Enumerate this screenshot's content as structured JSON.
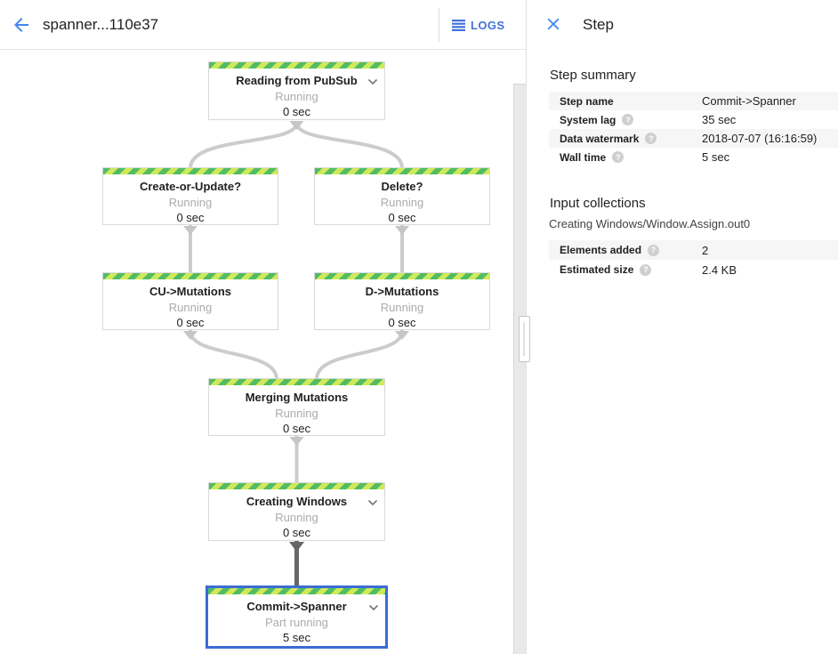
{
  "colors": {
    "accent_blue": "#4285f4",
    "logs_blue": "#4272d9",
    "selected_node_border": "#3b6cd4",
    "running_stripe_green": "#52bc63",
    "running_stripe_light": "#cfe95a",
    "edge_gray": "#cccccc",
    "edge_selected_gray": "#666666",
    "row_stripe_bg": "#f6f6f6"
  },
  "icons": {
    "help_glyph": "?"
  },
  "header": {
    "title": "spanner...110e37",
    "logs_label": "LOGS"
  },
  "panel": {
    "title": "Step",
    "step_summary": {
      "heading": "Step summary",
      "rows": [
        {
          "label": "Step name",
          "value": "Commit->Spanner"
        },
        {
          "label": "System lag",
          "value": "35 sec"
        },
        {
          "label": "Data watermark",
          "value": "2018-07-07 (16:16:59)"
        },
        {
          "label": "Wall time",
          "value": "5 sec"
        }
      ]
    },
    "input_collections": {
      "heading": "Input collections",
      "collection_name": "Creating Windows/Window.Assign.out0",
      "rows": [
        {
          "label": "Elements added",
          "value": "2"
        },
        {
          "label": "Estimated size",
          "value": "2.4 KB"
        }
      ]
    }
  },
  "graph": {
    "nodes": [
      {
        "title": "Reading from PubSub",
        "status": "Running",
        "time": "0 sec",
        "expandable": true,
        "selected": false
      },
      {
        "title": "Create-or-Update?",
        "status": "Running",
        "time": "0 sec",
        "expandable": false,
        "selected": false
      },
      {
        "title": "Delete?",
        "status": "Running",
        "time": "0 sec",
        "expandable": false,
        "selected": false
      },
      {
        "title": "CU->Mutations",
        "status": "Running",
        "time": "0 sec",
        "expandable": false,
        "selected": false
      },
      {
        "title": "D->Mutations",
        "status": "Running",
        "time": "0 sec",
        "expandable": false,
        "selected": false
      },
      {
        "title": "Merging Mutations",
        "status": "Running",
        "time": "0 sec",
        "expandable": false,
        "selected": false
      },
      {
        "title": "Creating Windows",
        "status": "Running",
        "time": "0 sec",
        "expandable": true,
        "selected": false
      },
      {
        "title": "Commit->Spanner",
        "status": "Part running",
        "time": "5 sec",
        "expandable": true,
        "selected": true
      }
    ],
    "edges": [
      {
        "from": "Reading from PubSub",
        "to": "Create-or-Update?"
      },
      {
        "from": "Reading from PubSub",
        "to": "Delete?"
      },
      {
        "from": "Create-or-Update?",
        "to": "CU->Mutations"
      },
      {
        "from": "Delete?",
        "to": "D->Mutations"
      },
      {
        "from": "CU->Mutations",
        "to": "Merging Mutations"
      },
      {
        "from": "D->Mutations",
        "to": "Merging Mutations"
      },
      {
        "from": "Merging Mutations",
        "to": "Creating Windows"
      },
      {
        "from": "Creating Windows",
        "to": "Commit->Spanner",
        "selected": true
      }
    ]
  }
}
